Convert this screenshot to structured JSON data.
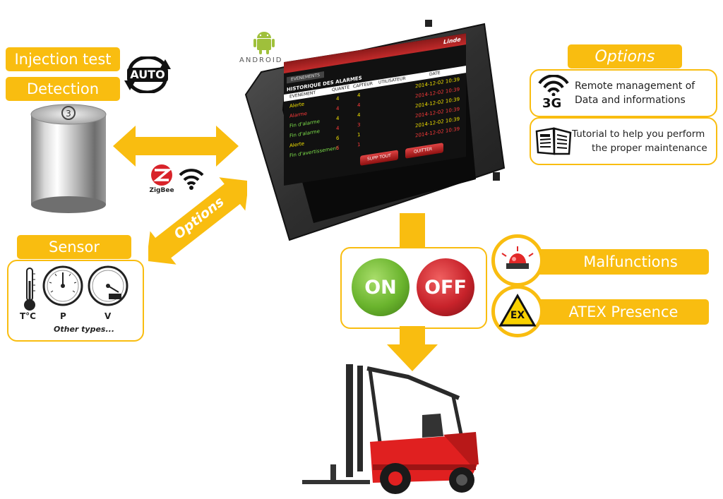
{
  "labels": {
    "injection_test": "Injection test",
    "detection": "Detection",
    "auto": "AUTO",
    "sensor": "Sensor",
    "temp": "T°C",
    "pressure": "P",
    "velocity": "V",
    "other_types": "Other types...",
    "zigbee": "ZigBee",
    "options_arrow": "Options",
    "android": "ANDROID",
    "options_title": "Options",
    "net_3g": "3G",
    "remote_line1": "Remote management of",
    "remote_line2": "Data and informations",
    "tutorial_line1": "Tutorial to help you perform",
    "tutorial_line2": "the proper maintenance",
    "on": "ON",
    "off": "OFF",
    "malfunctions": "Malfunctions",
    "atex": "ATEX Presence",
    "ex": "EX"
  },
  "screen": {
    "tab": "EVENEMENTS",
    "title": "HISTORIQUE DES ALARMES",
    "cols": [
      "EVENEMENT",
      "QUANTE",
      "CAPTEUR",
      "UTILISATEUR",
      "DATE"
    ],
    "rows": [
      {
        "event": "Alerte",
        "qty": "4",
        "sensor": "4",
        "date": "2014-12-02 10:39"
      },
      {
        "event": "Alarme",
        "qty": "4",
        "sensor": "4",
        "date": "2014-12-02 10:39"
      },
      {
        "event": "Fin d'alarme",
        "qty": "4",
        "sensor": "4",
        "date": "2014-12-02 10:39"
      },
      {
        "event": "Fin d'alarme",
        "qty": "4",
        "sensor": "3",
        "date": "2014-12-02 10:39"
      },
      {
        "event": "Alerte",
        "qty": "6",
        "sensor": "1",
        "date": "2014-12-02 10:39"
      },
      {
        "event": "Fin d'avertissement",
        "qty": "6",
        "sensor": "1",
        "date": "2014-12-02 10:39"
      }
    ],
    "btn_supp": "SUPP TOUT",
    "btn_quit": "QUITTER",
    "brand": "Linde"
  },
  "colors": {
    "accent": "#f9bd10",
    "on_green": "#6ab42d",
    "off_red": "#c8232b",
    "forklift_red": "#e02020"
  }
}
